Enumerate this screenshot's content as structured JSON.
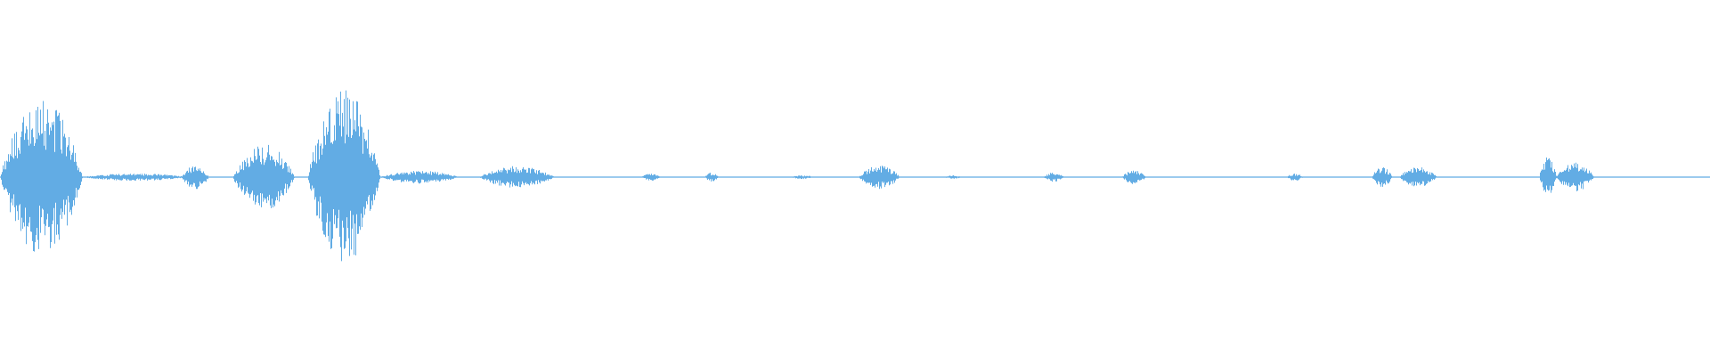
{
  "waveform": {
    "color": "#62ace4",
    "background": "#ffffff",
    "baseline_amplitude": 0.006,
    "segments": [
      {
        "start": 0.0,
        "end": 0.048,
        "peak": 0.85
      },
      {
        "start": 0.048,
        "end": 0.11,
        "peak": 0.04
      },
      {
        "start": 0.106,
        "end": 0.122,
        "peak": 0.13
      },
      {
        "start": 0.136,
        "end": 0.172,
        "peak": 0.36
      },
      {
        "start": 0.18,
        "end": 0.222,
        "peak": 0.95
      },
      {
        "start": 0.222,
        "end": 0.268,
        "peak": 0.07
      },
      {
        "start": 0.28,
        "end": 0.324,
        "peak": 0.12
      },
      {
        "start": 0.375,
        "end": 0.386,
        "peak": 0.04
      },
      {
        "start": 0.412,
        "end": 0.42,
        "peak": 0.05
      },
      {
        "start": 0.462,
        "end": 0.476,
        "peak": 0.02
      },
      {
        "start": 0.502,
        "end": 0.526,
        "peak": 0.13
      },
      {
        "start": 0.552,
        "end": 0.562,
        "peak": 0.02
      },
      {
        "start": 0.61,
        "end": 0.622,
        "peak": 0.05
      },
      {
        "start": 0.656,
        "end": 0.67,
        "peak": 0.08
      },
      {
        "start": 0.752,
        "end": 0.762,
        "peak": 0.04
      },
      {
        "start": 0.802,
        "end": 0.814,
        "peak": 0.11
      },
      {
        "start": 0.818,
        "end": 0.84,
        "peak": 0.11
      },
      {
        "start": 0.9,
        "end": 0.91,
        "peak": 0.22
      },
      {
        "start": 0.91,
        "end": 0.932,
        "peak": 0.16
      }
    ]
  }
}
